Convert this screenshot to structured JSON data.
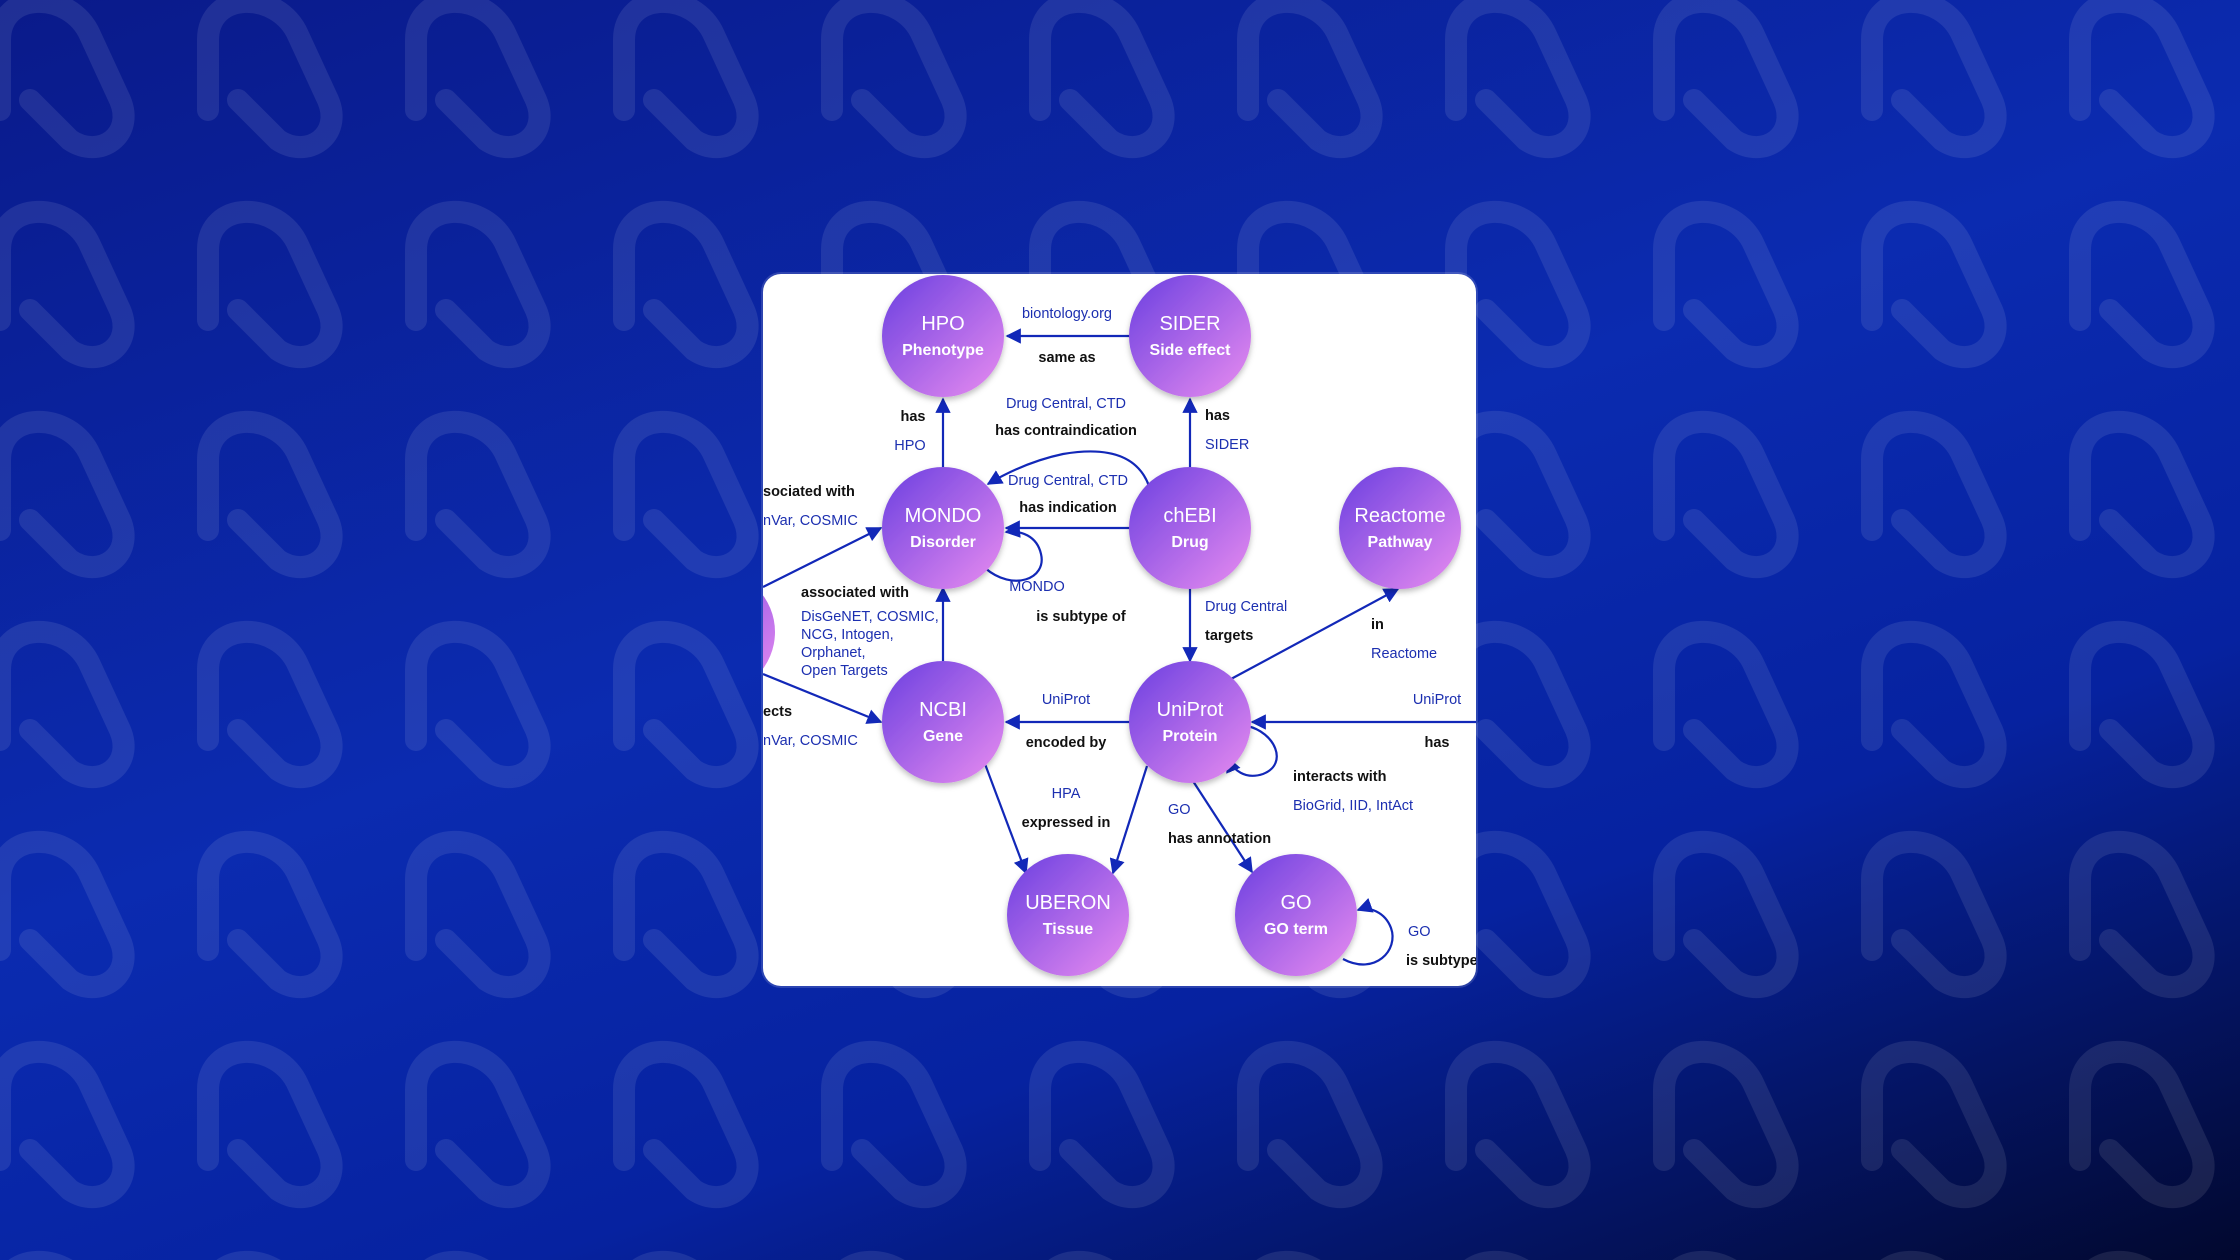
{
  "nodes": {
    "hpo": {
      "title": "HPO",
      "subtitle": "Phenotype"
    },
    "sider": {
      "title": "SIDER",
      "subtitle": "Side effect"
    },
    "mondo": {
      "title": "MONDO",
      "subtitle": "Disorder"
    },
    "chebi": {
      "title": "chEBI",
      "subtitle": "Drug"
    },
    "reactome": {
      "title": "Reactome",
      "subtitle": "Pathway"
    },
    "ncbi": {
      "title": "NCBI",
      "subtitle": "Gene"
    },
    "uniprot": {
      "title": "UniProt",
      "subtitle": "Protein"
    },
    "uberon": {
      "title": "UBERON",
      "subtitle": "Tissue"
    },
    "go": {
      "title": "GO",
      "subtitle": "GO term"
    }
  },
  "edges": {
    "sider_hpo": {
      "source": "biontology.org",
      "relation": "same as"
    },
    "mondo_hpo": {
      "relation": "has",
      "source": "HPO"
    },
    "chebi_sider": {
      "relation": "has",
      "source": "SIDER"
    },
    "chebi_mondo_contra": {
      "source": "Drug Central, CTD",
      "relation": "has contraindication"
    },
    "chebi_mondo_ind": {
      "source": "Drug Central, CTD",
      "relation": "has indication"
    },
    "left_mondo": {
      "relation": "sociated with",
      "source": "nVar, COSMIC"
    },
    "mondo_self": {
      "source": "MONDO",
      "relation": "is subtype of"
    },
    "ncbi_mondo": {
      "relation": "associated with",
      "source_lines": [
        "DisGeNET, COSMIC,",
        "NCG, Intogen,",
        "Orphanet,",
        "Open Targets"
      ]
    },
    "chebi_uniprot": {
      "source": "Drug Central",
      "relation": "targets"
    },
    "uniprot_reactome": {
      "relation": "in",
      "source": "Reactome"
    },
    "left_ncbi": {
      "relation": "ects",
      "source": "nVar, COSMIC"
    },
    "uniprot_ncbi": {
      "source": "UniProt",
      "relation": "encoded by"
    },
    "right_uniprot": {
      "source": "UniProt",
      "relation": "has"
    },
    "uniprot_self": {
      "relation": "interacts with",
      "source": "BioGrid, IID, IntAct"
    },
    "ncbi_uberon": {
      "source": "HPA",
      "relation": "expressed in"
    },
    "uniprot_go": {
      "source": "GO",
      "relation": "has annotation"
    },
    "go_self": {
      "source": "GO",
      "relation": "is subtype"
    }
  },
  "colors": {
    "edge": "#1228b8",
    "node_gradient_start": "#6a3fe0",
    "node_gradient_end": "#e98cf0",
    "background_start": "#0a1a8a",
    "background_end": "#02082e"
  }
}
